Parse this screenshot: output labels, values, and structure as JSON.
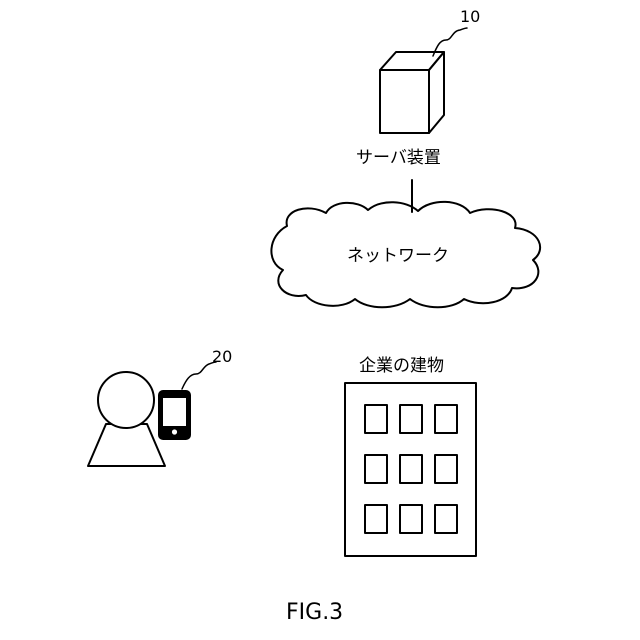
{
  "figure": {
    "caption": "FIG.3",
    "server": {
      "ref": "10",
      "label": "サーバ装置"
    },
    "network": {
      "label": "ネットワーク"
    },
    "terminal": {
      "ref": "20"
    },
    "building": {
      "label": "企業の建物"
    }
  }
}
